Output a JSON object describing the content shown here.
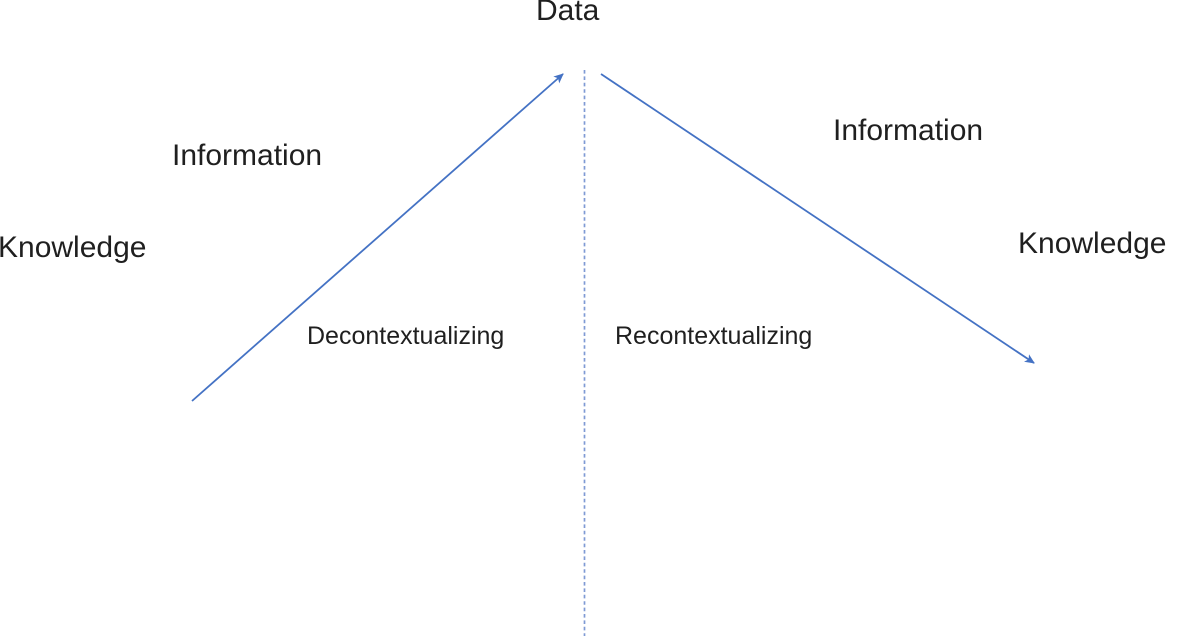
{
  "diagram": {
    "apex_label": "Data",
    "left_branch": {
      "information_label": "Information",
      "knowledge_label": "Knowledge",
      "process_label": "Decontextualizing",
      "arrow_direction": "ascending-toward-data"
    },
    "right_branch": {
      "information_label": "Information",
      "knowledge_label": "Knowledge",
      "process_label": "Recontextualizing",
      "arrow_direction": "descending-from-data"
    },
    "divider": {
      "style": "vertical-dashed-line"
    }
  },
  "colors": {
    "arrow": "#4472C4",
    "dashed_line": "#7F9AD4",
    "text": "#1F1F1F",
    "background": "#FFFFFF"
  }
}
